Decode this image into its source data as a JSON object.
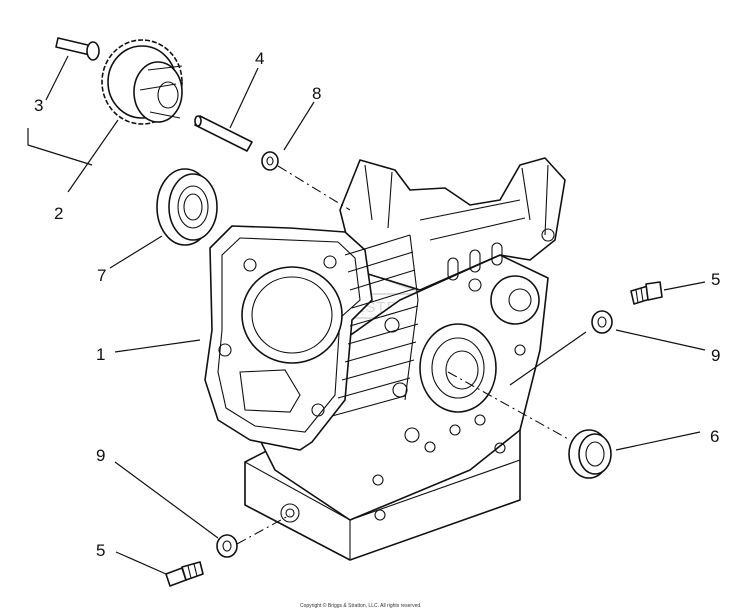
{
  "callouts": {
    "c1": "1",
    "c2": "2",
    "c3": "3",
    "c4": "4",
    "c5_top": "5",
    "c5_bottom": "5",
    "c6": "6",
    "c7": "7",
    "c8": "8",
    "c9_right": "9",
    "c9_left": "9"
  },
  "watermark": "BRIGGS&STRATTON",
  "copyright": "Copyright © Briggs & Stratton, LLC. All rights reserved."
}
